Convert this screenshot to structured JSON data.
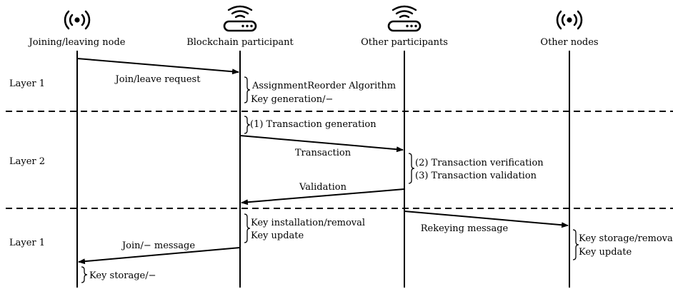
{
  "participants": [
    {
      "label": "Joining/leaving node",
      "icon": "radio-broadcast-icon"
    },
    {
      "label": "Blockchain participant",
      "icon": "router-icon"
    },
    {
      "label": "Other participants",
      "icon": "router-icon"
    },
    {
      "label": "Other nodes",
      "icon": "radio-broadcast-icon"
    }
  ],
  "layers": [
    "Layer 1",
    "Layer 2",
    "Layer 1"
  ],
  "messages": [
    {
      "label": "Join/leave request",
      "from": "Joining/leaving node",
      "to": "Blockchain participant"
    },
    {
      "label": "Transaction",
      "from": "Blockchain participant",
      "to": "Other participants"
    },
    {
      "label": "Validation",
      "from": "Other participants",
      "to": "Blockchain participant"
    },
    {
      "label": "Rekeying message",
      "from": "Other participants",
      "to": "Other nodes"
    },
    {
      "label": "Join/− message",
      "from": "Blockchain participant",
      "to": "Joining/leaving node"
    }
  ],
  "notes": [
    {
      "lines": [
        "AssignmentReorder Algorithm",
        "Key generation/−"
      ]
    },
    {
      "lines": [
        "(1) Transaction generation"
      ]
    },
    {
      "lines": [
        "(2) Transaction verification",
        "(3) Transaction validation"
      ]
    },
    {
      "lines": [
        "Key installation/removal",
        "Key update"
      ]
    },
    {
      "lines": [
        "Key storage/remova",
        "Key update"
      ]
    },
    {
      "lines": [
        "Key storage/−"
      ]
    }
  ],
  "colors": {
    "line": "#000000",
    "background": "#ffffff"
  }
}
